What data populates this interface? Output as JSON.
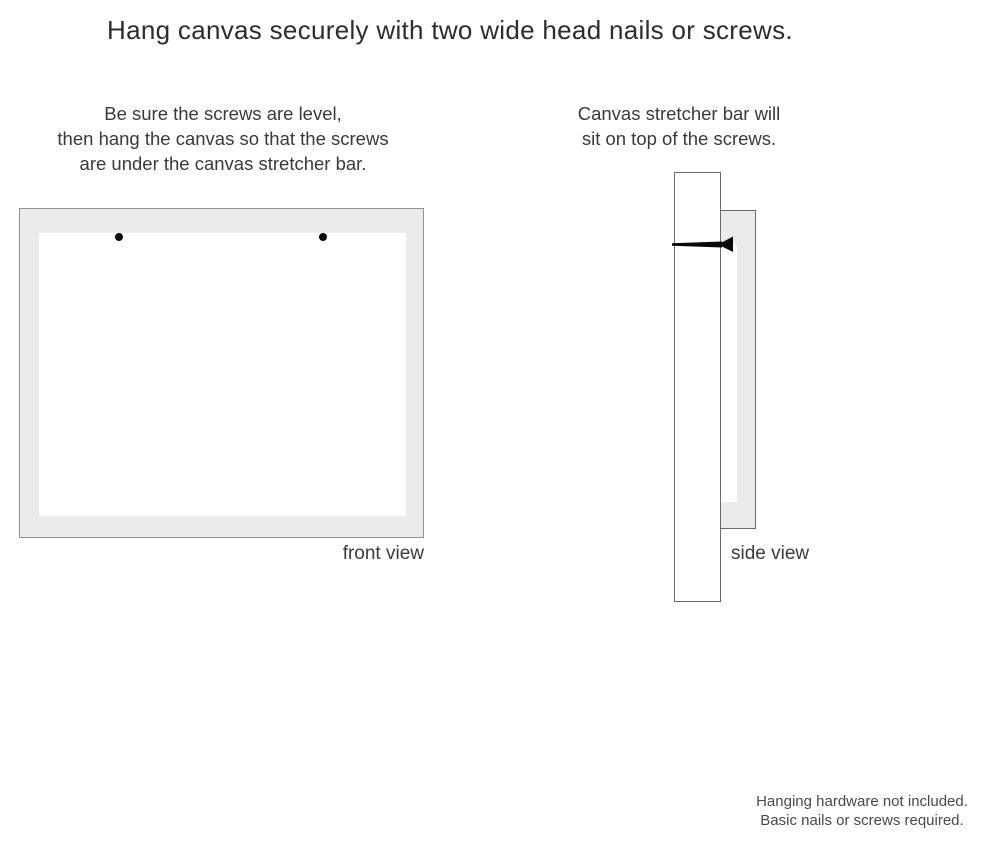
{
  "title": "Hang canvas securely with two wide head nails or screws.",
  "instructions": {
    "left": [
      "Be sure the screws are level,",
      "then hang the canvas so that the screws",
      "are under the canvas stretcher bar."
    ],
    "right": [
      "Canvas stretcher bar will",
      "sit on top of the screws."
    ]
  },
  "labels": {
    "front": "front view",
    "side": "side view"
  },
  "footer": [
    "Hanging hardware not included.",
    "Basic nails or screws required."
  ],
  "icons": {
    "nail": "nail-icon",
    "screws": "screw-head-dots"
  },
  "colors": {
    "background": "#ffffff",
    "canvas_gray": "#ebebeb",
    "frame_border": "#929292",
    "side_border": "#6b6b6b",
    "nail_black": "#0a0a0a",
    "title_text": "#2d2d2d",
    "body_text": "#3a3a3a",
    "footer_text": "#4a4a4a"
  }
}
